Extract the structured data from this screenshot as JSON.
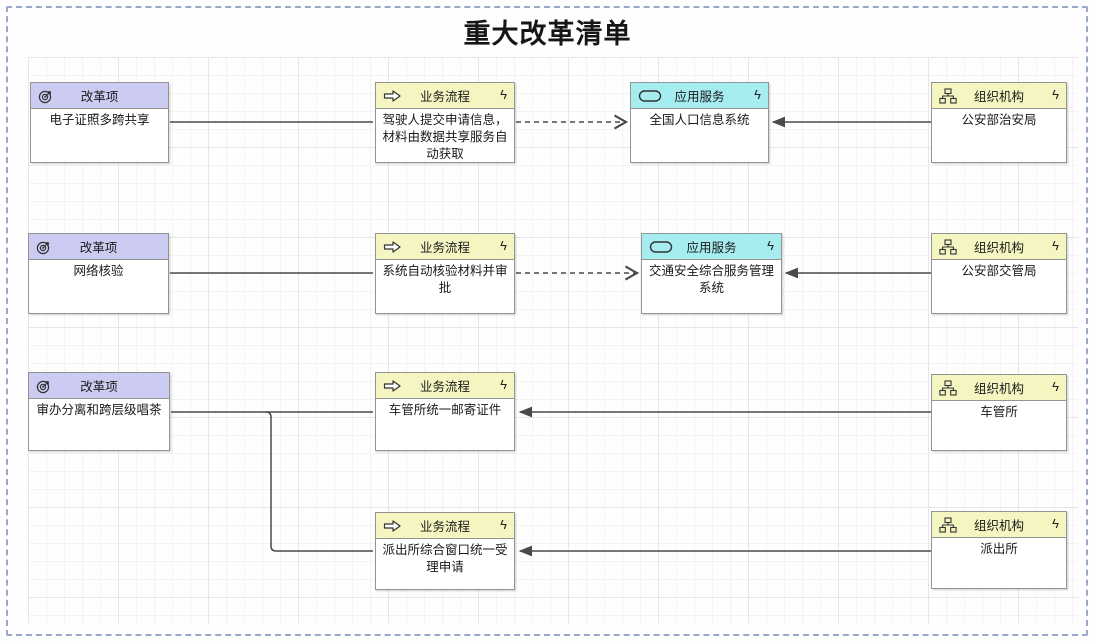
{
  "title": "重大改革清单",
  "colors": {
    "reform_header": "#CCCCF3",
    "process_header": "#F5F5C2",
    "service_header": "#A6EDF0",
    "org_header": "#F5F5C2",
    "edge": "#4a4a4a",
    "node_border": "#949494",
    "canvas_border": "#9AA8C7"
  },
  "icons": {
    "lightning": "ϟ",
    "reform": "goal-target-icon",
    "process": "arrow-right-icon",
    "service": "rounded-rect-icon",
    "org": "org-chart-icon"
  },
  "nodes": [
    {
      "type": "reform",
      "type_label": "改革项",
      "label": "电子证照多跨共享"
    },
    {
      "type": "process",
      "type_label": "业务流程",
      "label": "驾驶人提交申请信息，材料由数据共享服务自动获取"
    },
    {
      "type": "service",
      "type_label": "应用服务",
      "label": "全国人口信息系统"
    },
    {
      "type": "org",
      "type_label": "组织机构",
      "label": "公安部治安局"
    },
    {
      "type": "reform",
      "type_label": "改革项",
      "label": "网络核验"
    },
    {
      "type": "process",
      "type_label": "业务流程",
      "label": "系统自动核验材料并审批"
    },
    {
      "type": "service",
      "type_label": "应用服务",
      "label": "交通安全综合服务管理系统"
    },
    {
      "type": "org",
      "type_label": "组织机构",
      "label": "公安部交管局"
    },
    {
      "type": "reform",
      "type_label": "改革项",
      "label": "审办分离和跨层级唱茶"
    },
    {
      "type": "process",
      "type_label": "业务流程",
      "label": "车管所统一邮寄证件"
    },
    {
      "type": "org",
      "type_label": "组织机构",
      "label": "车管所"
    },
    {
      "type": "process",
      "type_label": "业务流程",
      "label": "派出所综合窗口统一受理申请"
    },
    {
      "type": "org",
      "type_label": "组织机构",
      "label": "派出所"
    }
  ],
  "edges": [
    {
      "from": "改革项:电子证照多跨共享",
      "to": "业务流程:驾驶人提交申请信息",
      "style": "solid-plain"
    },
    {
      "from": "业务流程:驾驶人提交申请信息",
      "to": "应用服务:全国人口信息系统",
      "style": "dashed-open-arrow"
    },
    {
      "from": "组织机构:公安部治安局",
      "to": "应用服务:全国人口信息系统",
      "style": "solid-filled-arrow"
    },
    {
      "from": "改革项:网络核验",
      "to": "业务流程:系统自动核验材料并审批",
      "style": "solid-plain"
    },
    {
      "from": "业务流程:系统自动核验材料并审批",
      "to": "应用服务:交通安全综合服务管理系统",
      "style": "dashed-open-arrow"
    },
    {
      "from": "组织机构:公安部交管局",
      "to": "应用服务:交通安全综合服务管理系统",
      "style": "solid-filled-arrow"
    },
    {
      "from": "改革项:审办分离和跨层级唱茶",
      "to": "业务流程:车管所统一邮寄证件",
      "style": "solid-plain"
    },
    {
      "from": "改革项:审办分离和跨层级唱茶",
      "to": "业务流程:派出所综合窗口统一受理申请",
      "style": "solid-plain-branch"
    },
    {
      "from": "组织机构:车管所",
      "to": "业务流程:车管所统一邮寄证件",
      "style": "solid-filled-arrow"
    },
    {
      "from": "组织机构:派出所",
      "to": "业务流程:派出所综合窗口统一受理申请",
      "style": "solid-filled-arrow"
    }
  ]
}
